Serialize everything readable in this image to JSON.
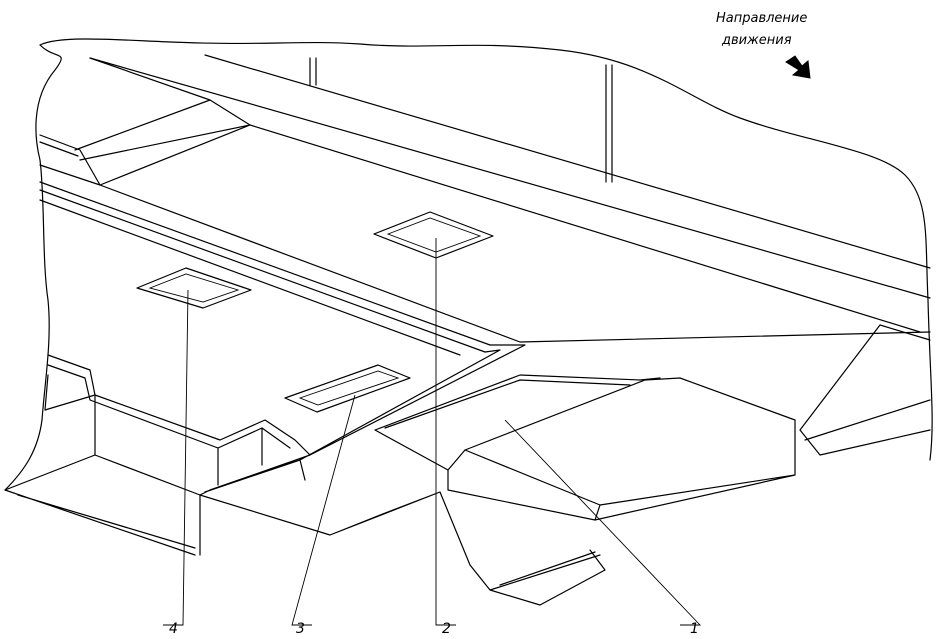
{
  "direction_note": {
    "line1": "Направление",
    "line2": "движения",
    "arrow_icon": "arrow-down-right-icon"
  },
  "callouts": [
    {
      "label": "1"
    },
    {
      "label": "2"
    },
    {
      "label": "3"
    },
    {
      "label": "4"
    }
  ],
  "colors": {
    "ink": "#000000",
    "paper": "#ffffff"
  }
}
